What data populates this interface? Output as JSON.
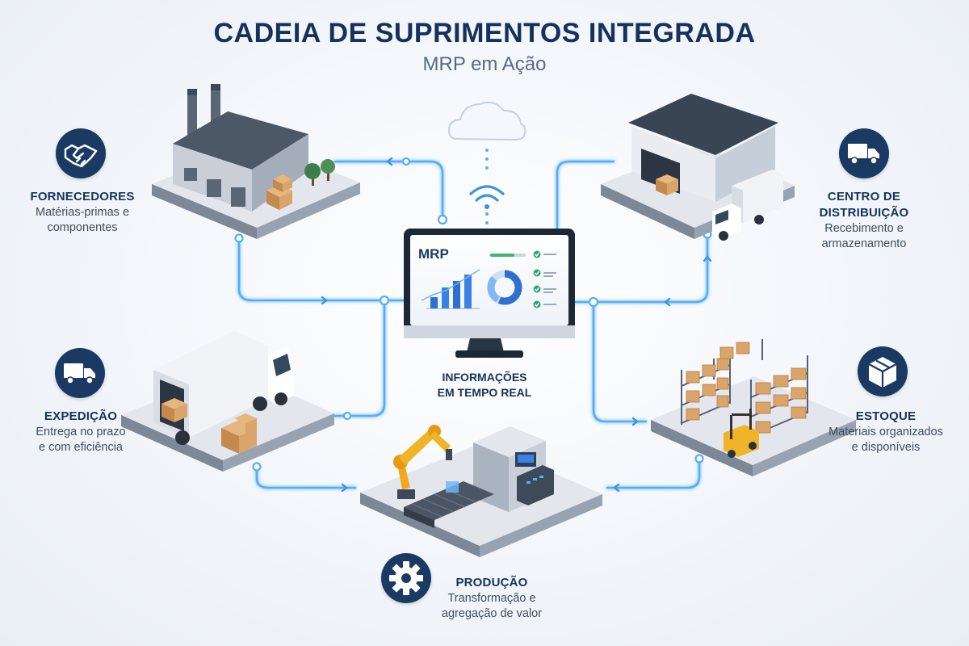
{
  "header": {
    "title": "CADEIA DE SUPRIMENTOS INTEGRADA",
    "subtitle": "MRP em Ação"
  },
  "center": {
    "screen_title": "MRP",
    "realtime_line1": "INFORMAÇÕES",
    "realtime_line2": "EM TEMPO REAL"
  },
  "nodes": {
    "fornecedores": {
      "title": "FORNECEDORES",
      "line1": "Matérias-primas e",
      "line2": "componentes",
      "icon": "handshake-icon"
    },
    "distribuicao": {
      "title_line1": "CENTRO DE",
      "title_line2": "DISTRIBUIÇÃO",
      "line1": "Recebimento e",
      "line2": "armazenamento",
      "icon": "truck-icon"
    },
    "expedicao": {
      "title": "EXPEDIÇÃO",
      "line1": "Entrega no prazo",
      "line2": "e com eficiência",
      "icon": "truck-icon"
    },
    "estoque": {
      "title": "ESTOQUE",
      "line1": "Materiais organizados",
      "line2": "e disponíveis",
      "icon": "box-icon"
    },
    "producao": {
      "title": "PRODUÇÃO",
      "line1": "Transformação e",
      "line2": "agregação de valor",
      "icon": "gear-icon"
    }
  },
  "colors": {
    "navy": "#1b3a63",
    "flow_blue": "#4aa3f0",
    "platform": "#8b95a5",
    "box": "#d9a56b"
  }
}
